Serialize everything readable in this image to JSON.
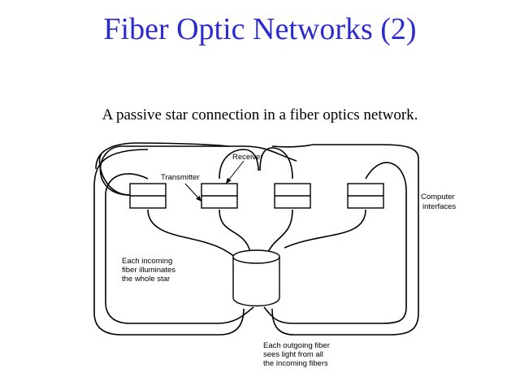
{
  "slide": {
    "title": "Fiber Optic Networks (2)",
    "subtitle": "A passive star connection in a fiber optics network."
  },
  "diagram": {
    "labels": {
      "receiver": "Receiver",
      "transmitter": "Transmitter",
      "computer_interfaces": [
        "Computer",
        "interfaces"
      ],
      "incoming": [
        "Each incoming",
        "fiber illuminates",
        "the whole star"
      ],
      "outgoing": [
        "Each outgoing fiber",
        "sees light from all",
        "the incoming fibers"
      ]
    },
    "interface_count": 4
  }
}
